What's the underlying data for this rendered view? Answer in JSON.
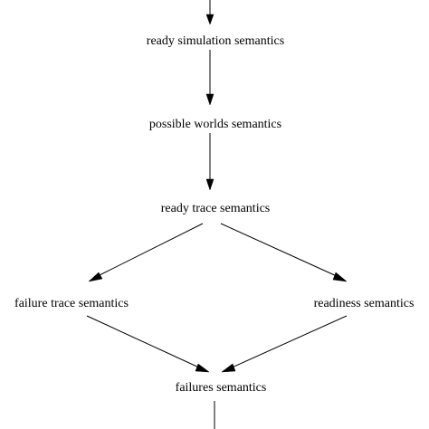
{
  "nodes": {
    "ready_simulation": "ready simulation semantics",
    "possible_worlds": "possible worlds semantics",
    "ready_trace": "ready trace semantics",
    "failure_trace": "failure trace semantics",
    "readiness": "readiness semantics",
    "failures": "failures semantics"
  },
  "edges": [
    {
      "from": "top",
      "to": "ready_simulation"
    },
    {
      "from": "ready_simulation",
      "to": "possible_worlds"
    },
    {
      "from": "possible_worlds",
      "to": "ready_trace"
    },
    {
      "from": "ready_trace",
      "to": "failure_trace"
    },
    {
      "from": "ready_trace",
      "to": "readiness"
    },
    {
      "from": "failure_trace",
      "to": "failures"
    },
    {
      "from": "readiness",
      "to": "failures"
    },
    {
      "from": "failures",
      "to": "bottom"
    }
  ],
  "colors": {
    "stroke": "#000000",
    "background": "#ffffff"
  }
}
